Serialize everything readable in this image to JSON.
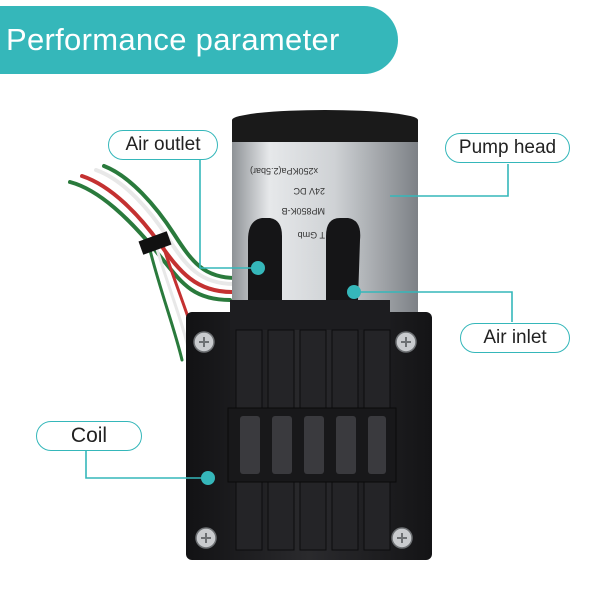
{
  "title": "Performance parameter",
  "labels": {
    "air_outlet": "Air outlet",
    "pump_head": "Pump head",
    "air_inlet": "Air inlet",
    "coil": "Coil"
  },
  "colors": {
    "accent": "#35b7ba",
    "pump_body": "#1c1c1e",
    "motor_can": "#c9ccd0"
  }
}
